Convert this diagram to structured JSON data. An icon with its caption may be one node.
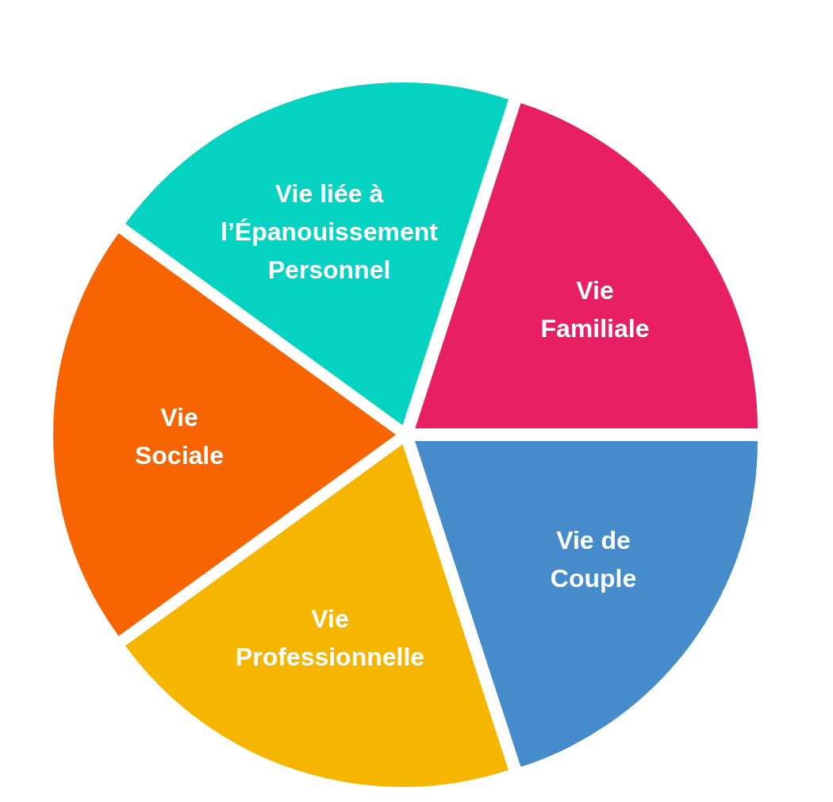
{
  "diagram": {
    "nodes": [
      {
        "text": [
          "Vie liée à l’Épanouissement Personnel"
        ]
      },
      {
        "text": [
          "Vie Familiale"
        ]
      },
      {
        "text": [
          "Vie Sociale"
        ]
      },
      {
        "text": [
          "Vie de Couple"
        ]
      },
      {
        "text": [
          "Vie Professionnelle"
        ]
      }
    ]
  }
}
